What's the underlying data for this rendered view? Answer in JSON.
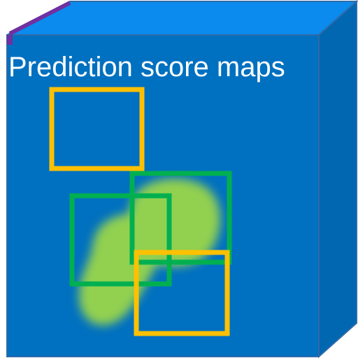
{
  "diagram": {
    "title": "Prediction score maps",
    "colors": {
      "front_face": "#0070c0",
      "top_face": "#0a8bed",
      "side_face": "#0067b0",
      "edge_stroke": "#2f6aa8",
      "accent_edge": "#7030a0",
      "score_blob": "#92d050",
      "box_yellow": "#ffc000",
      "box_green": "#00b050",
      "title_color": "#ffffff"
    },
    "boxes": [
      {
        "name": "yellow-box-top",
        "color": "yellow"
      },
      {
        "name": "green-box-right",
        "color": "green"
      },
      {
        "name": "green-box-left",
        "color": "green"
      },
      {
        "name": "yellow-box-bottom",
        "color": "yellow"
      }
    ]
  }
}
